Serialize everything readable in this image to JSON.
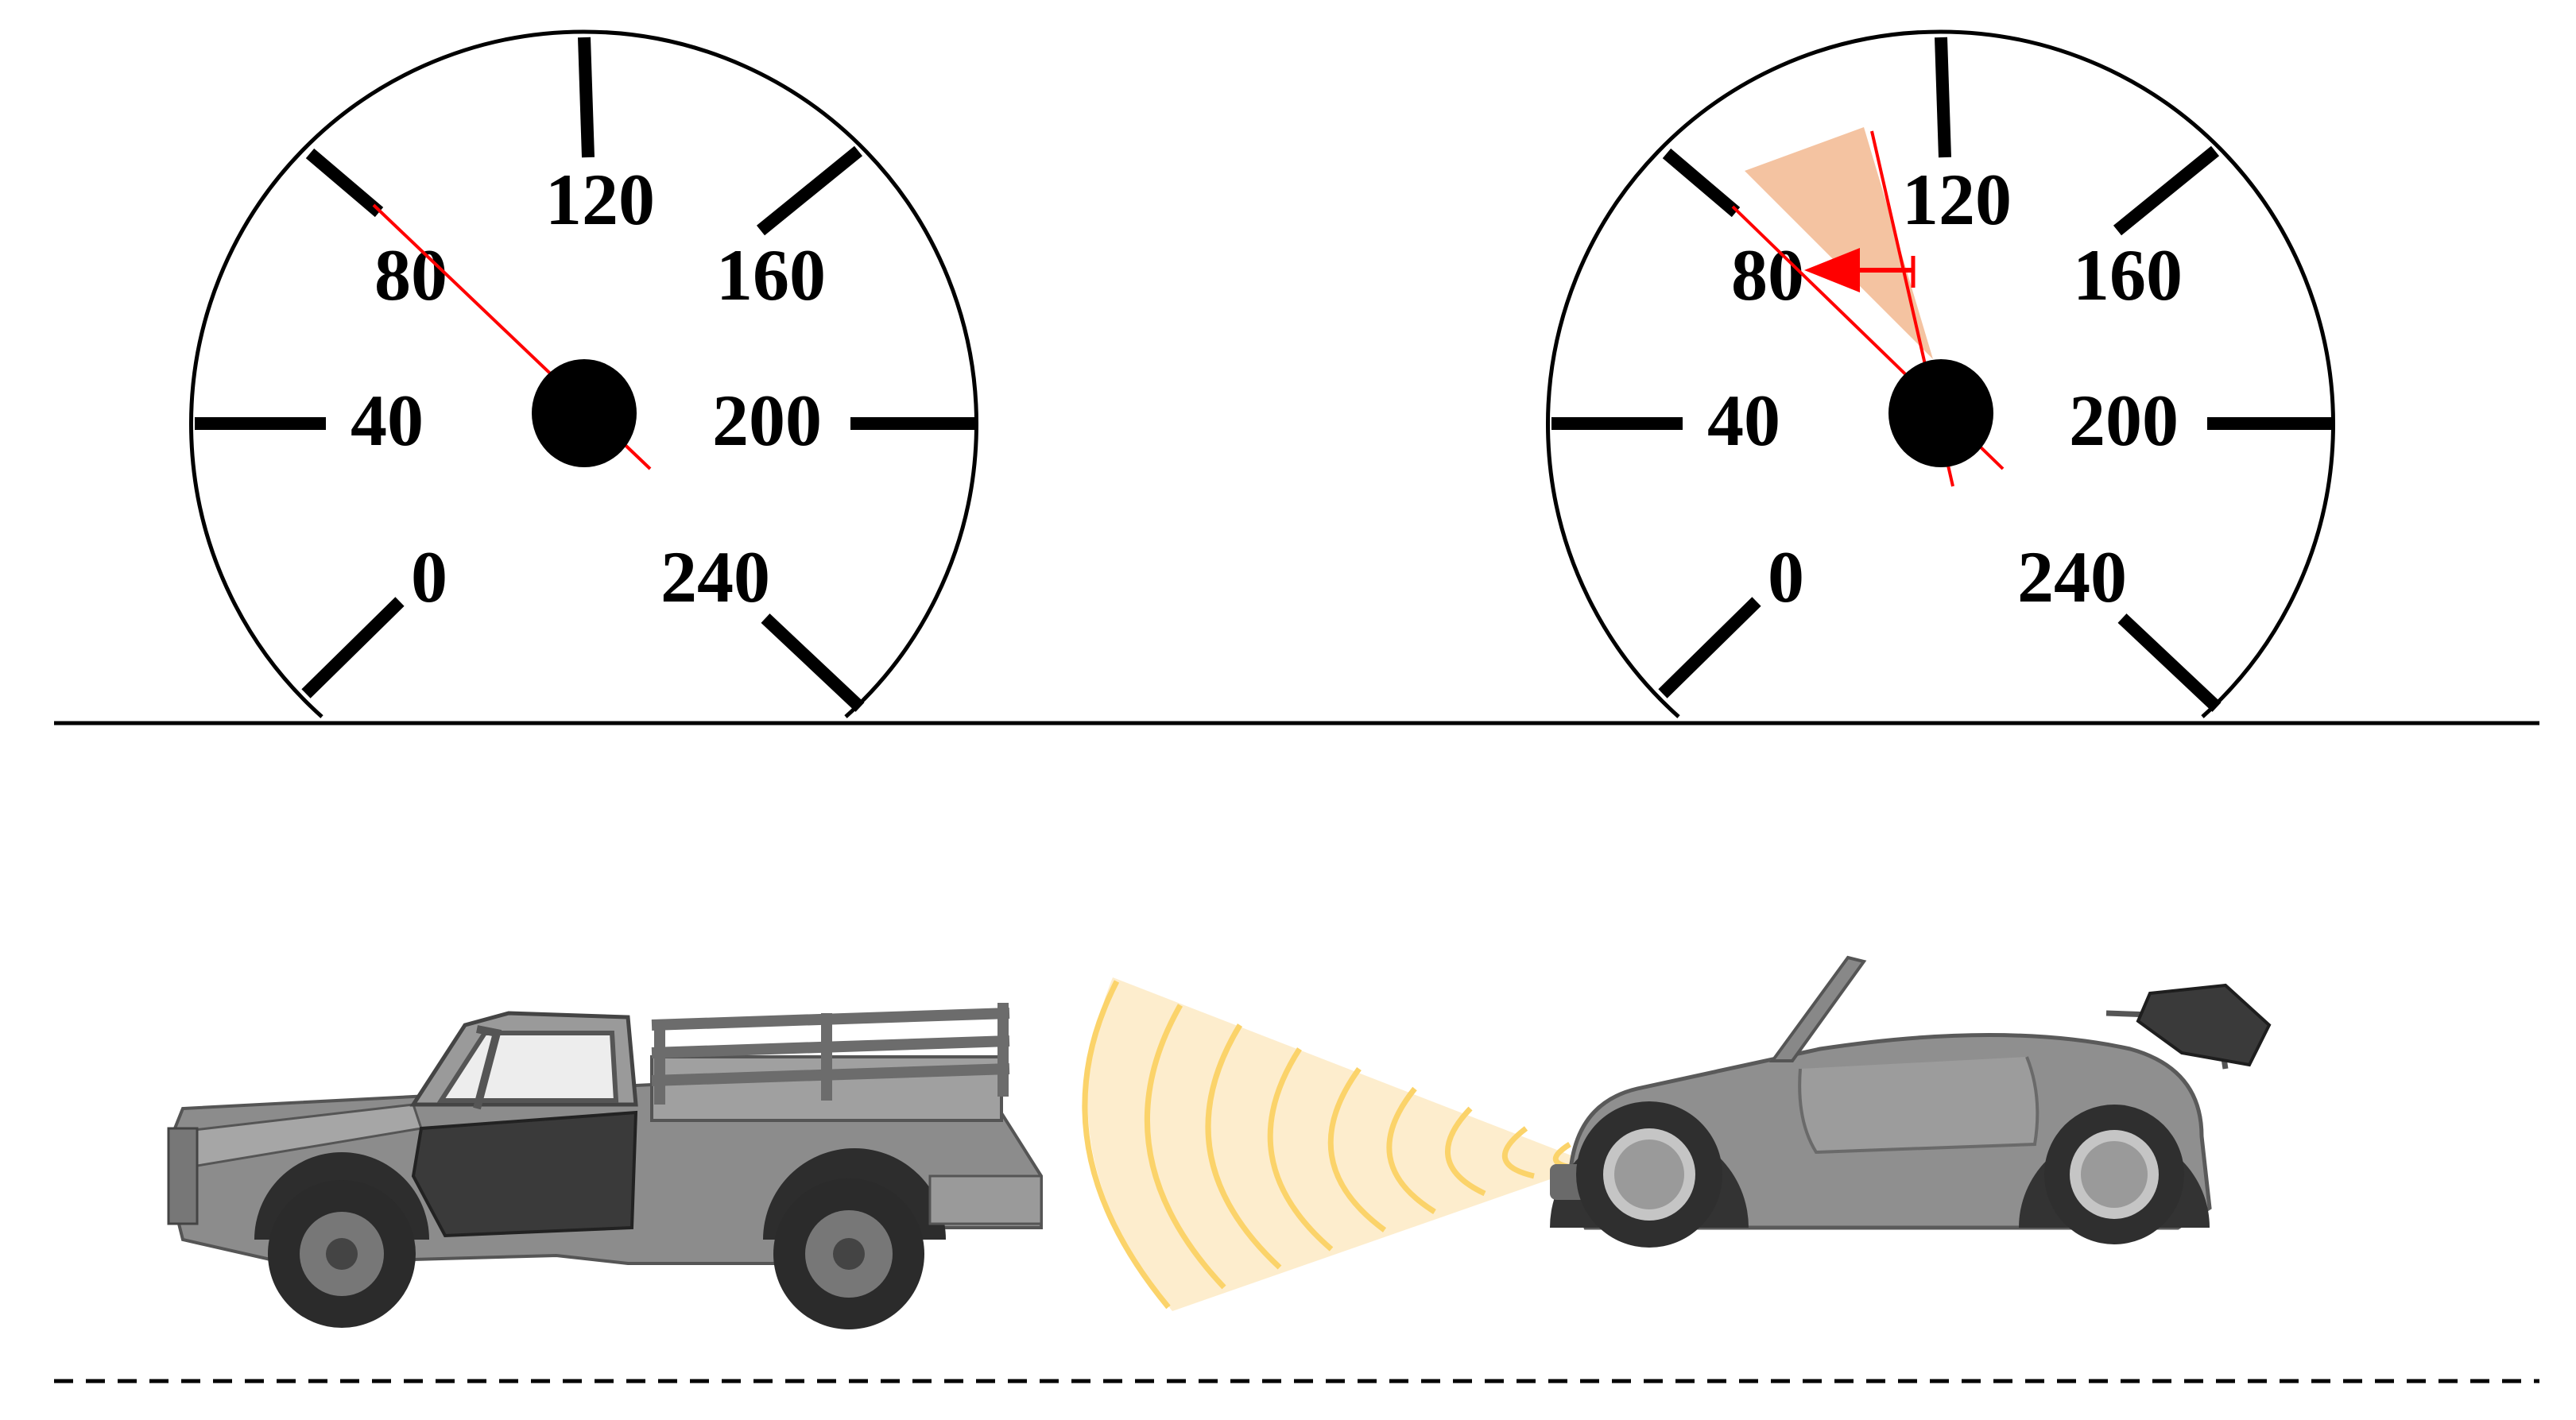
{
  "gauges": [
    {
      "id": "current",
      "tick_labels": [
        "0",
        "40",
        "80",
        "120",
        "160",
        "200",
        "240"
      ],
      "needle_color": "#ff0000",
      "needle_reading": 80
    },
    {
      "id": "adjusted",
      "tick_labels": [
        "0",
        "40",
        "80",
        "120",
        "160",
        "200",
        "240"
      ],
      "needle_color": "#ff0000",
      "needle_reading": 80,
      "previous_reading": 113,
      "adjustment_range": [
        80,
        110
      ],
      "adjustment_fill": "#f3bd97",
      "arrow_direction": "decrease"
    }
  ],
  "vehicles": {
    "rear": {
      "type": "pickup-truck",
      "color": "#8c8c8c"
    },
    "front": {
      "type": "convertible-car",
      "color": "#8f8f8f"
    }
  },
  "sensor_wave": {
    "color": "#fbd36a",
    "fill": "#fdeac4",
    "direction": "rear"
  },
  "colors": {
    "line": "#000000",
    "background": "#ffffff"
  }
}
